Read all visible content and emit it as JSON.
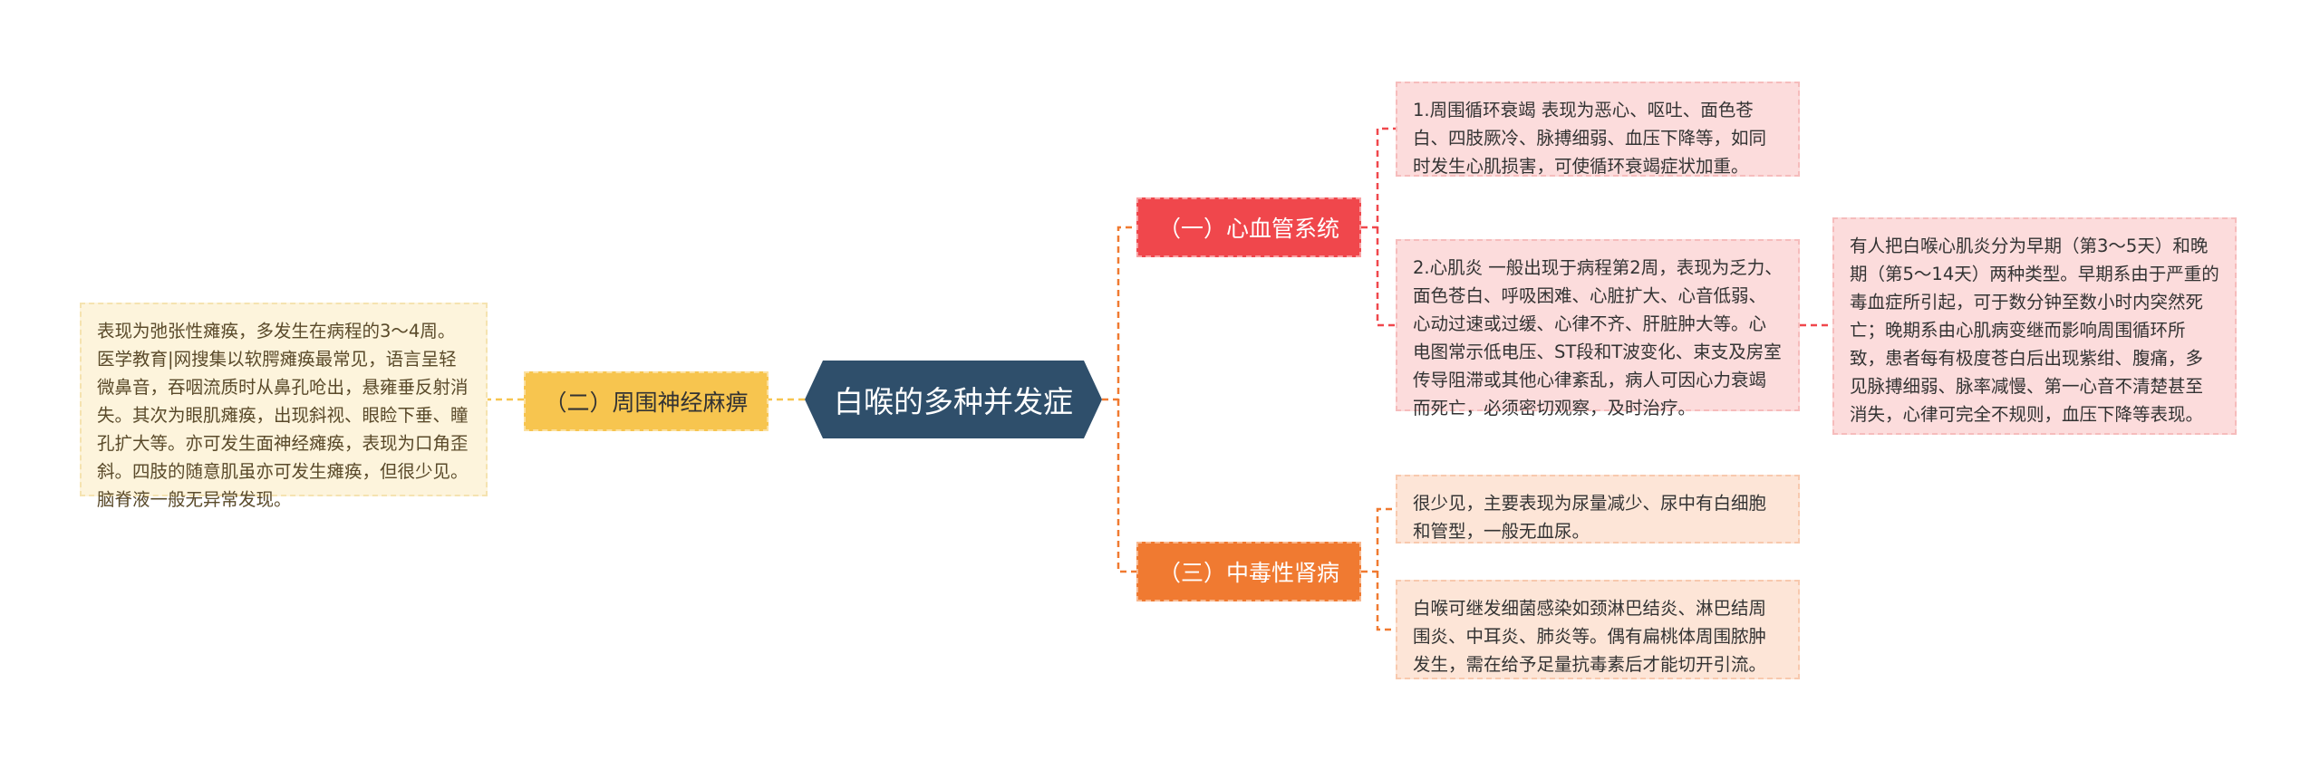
{
  "root": {
    "title": "白喉的多种并发症"
  },
  "branches": {
    "cardio": {
      "label": "（一）心血管系统",
      "items": [
        "1.周围循环衰竭 表现为恶心、呕吐、面色苍白、四肢厥冷、脉搏细弱、血压下降等，如同时发生心肌损害，可使循环衰竭症状加重。",
        "2.心肌炎 一般出现于病程第2周，表现为乏力、面色苍白、呼吸困难、心脏扩大、心音低弱、心动过速或过缓、心律不齐、肝脏肿大等。心电图常示低电压、ST段和T波变化、束支及房室传导阻滞或其他心律紊乱，病人可因心力衰竭而死亡，必须密切观察，及时治疗。"
      ],
      "sub_item": "有人把白喉心肌炎分为早期（第3～5天）和晚期（第5～14天）两种类型。早期系由于严重的毒血症所引起，可于数分钟至数小时内突然死亡；晚期系由心肌病变继而影响周围循环所致，患者每有极度苍白后出现紫绀、腹痛，多见脉搏细弱、脉率减慢、第一心音不清楚甚至消失，心律可完全不规则，血压下降等表现。"
    },
    "nerve": {
      "label": "（二）周围神经麻痹",
      "items": [
        "表现为弛张性瘫痪，多发生在病程的3～4周。医学教育|网搜集以软腭瘫痪最常见，语言呈轻微鼻音，吞咽流质时从鼻孔呛出，悬雍垂反射消失。其次为眼肌瘫痪，出现斜视、眼睑下垂、瞳孔扩大等。亦可发生面神经瘫痪，表现为口角歪斜。四肢的随意肌虽亦可发生瘫痪，但很少见。脑脊液一般无异常发现。"
      ]
    },
    "kidney": {
      "label": "（三）中毒性肾病",
      "items": [
        "很少见，主要表现为尿量减少、尿中有白细胞和管型，一般无血尿。",
        "白喉可继发细菌感染如颈淋巴结炎、淋巴结周围炎、中耳炎、肺炎等。偶有扁桃体周围脓肿发生，需在给予足量抗毒素后才能切开引流。"
      ]
    }
  },
  "colors": {
    "root": "#2f4f6b",
    "cardio": "#f0474c",
    "nerve": "#f7c54f",
    "kidney": "#f07a31",
    "cardio_leaf": "#fcdcdc",
    "kidney_leaf": "#fde5d7",
    "nerve_leaf": "#fdf4dc"
  }
}
